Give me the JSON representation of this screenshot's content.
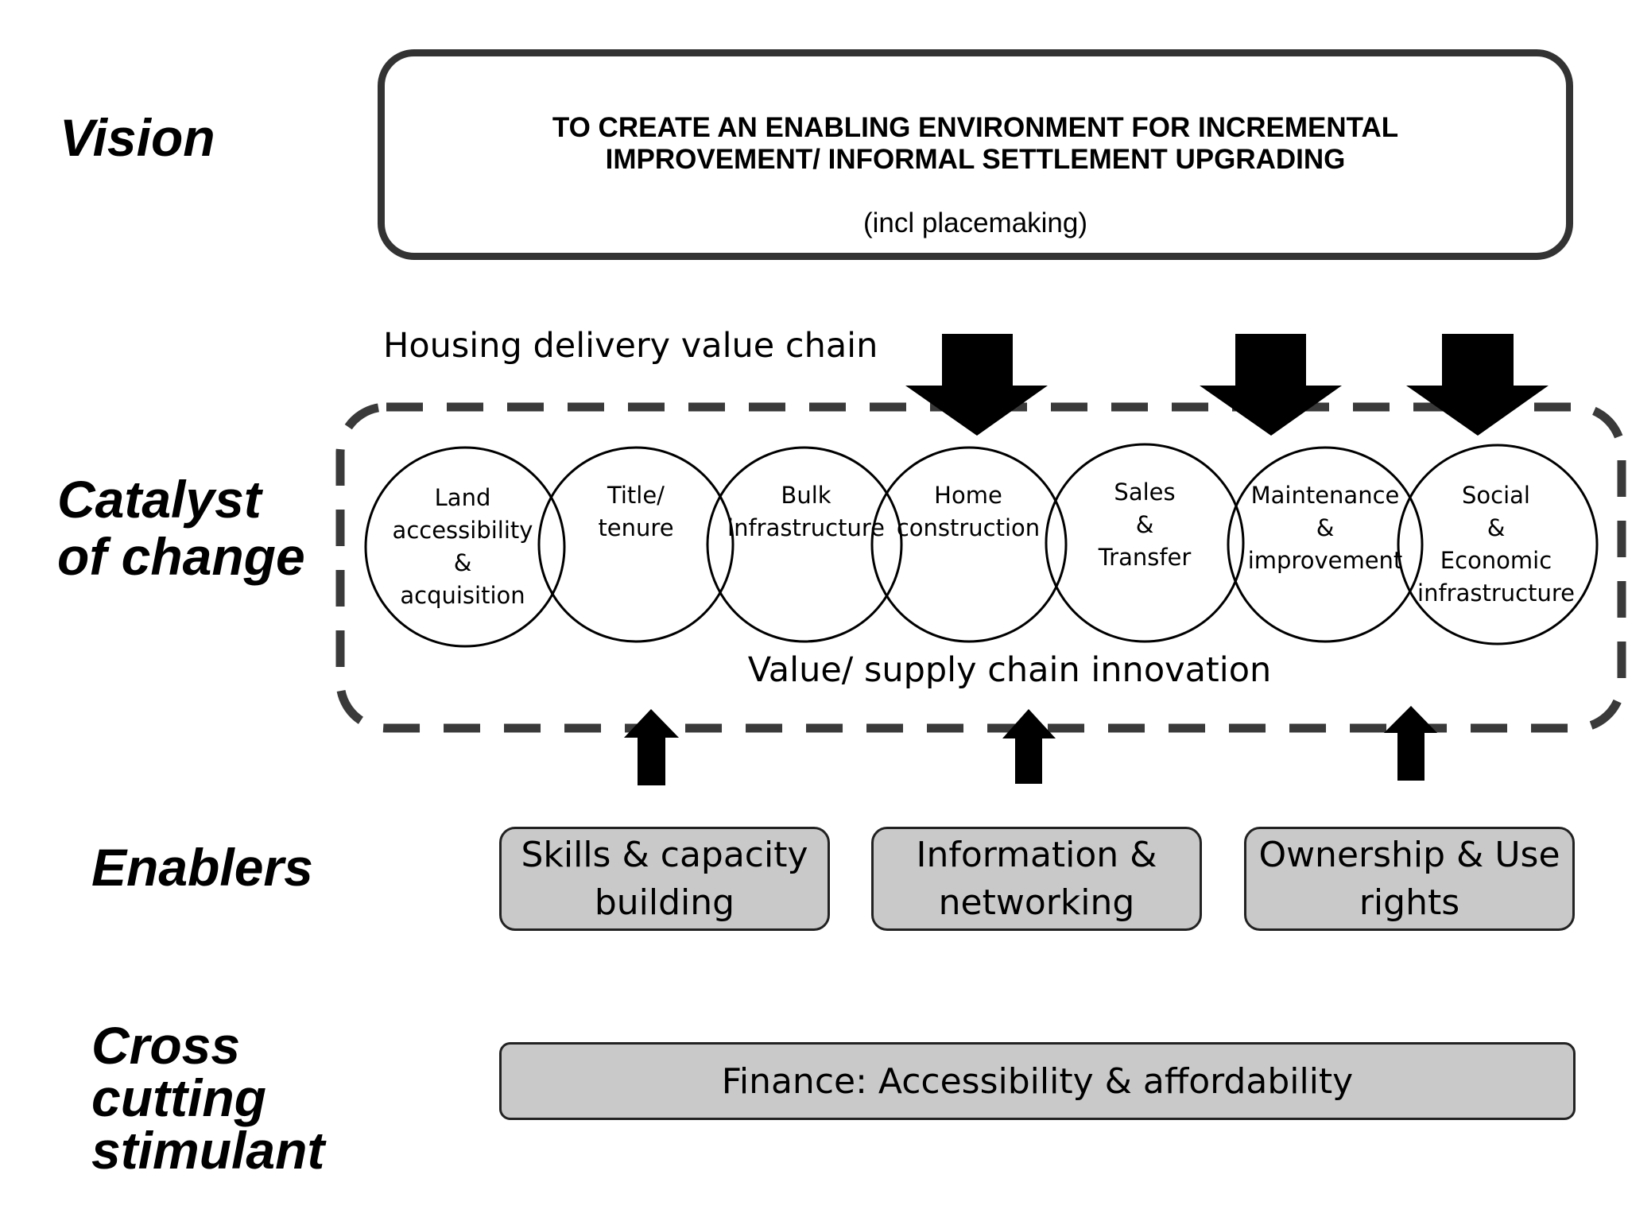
{
  "rows": {
    "vision": "Vision",
    "catalyst": [
      "Catalyst",
      "of change"
    ],
    "enablers": "Enablers",
    "cross_cutting": [
      "Cross",
      "cutting",
      "stimulant"
    ]
  },
  "vision_box": {
    "lines": [
      "TO CREATE AN ENABLING ENVIRONMENT FOR INCREMENTAL",
      "IMPROVEMENT/ INFORMAL SETTLEMENT UPGRADING"
    ],
    "subtitle": "(incl placemaking)"
  },
  "value_chain": {
    "title": "Housing delivery value chain",
    "innovation_label": "Value/ supply chain innovation",
    "stages": [
      {
        "lines": [
          "Land",
          "accessibility",
          "&",
          "acquisition"
        ]
      },
      {
        "lines": [
          "Title/",
          "tenure"
        ]
      },
      {
        "lines": [
          "Bulk",
          "infrastructure"
        ]
      },
      {
        "lines": [
          "Home",
          "construction"
        ]
      },
      {
        "lines": [
          "Sales",
          "&",
          "Transfer"
        ]
      },
      {
        "lines": [
          "Maintenance",
          "&",
          "improvement"
        ]
      },
      {
        "lines": [
          "Social",
          "&",
          "Economic",
          "infrastructure"
        ]
      }
    ]
  },
  "enablers": [
    {
      "lines": [
        "Skills & capacity",
        "building"
      ]
    },
    {
      "lines": [
        "Information &",
        "networking"
      ]
    },
    {
      "lines": [
        "Ownership & Use",
        "rights"
      ]
    }
  ],
  "cross_cutting": {
    "label": "Finance: Accessibility & affordability"
  },
  "colors": {
    "box_border": "#333333",
    "dash": "#3a3a3a",
    "enabler_fill": "#c9c9c9",
    "arrow": "#000000"
  }
}
